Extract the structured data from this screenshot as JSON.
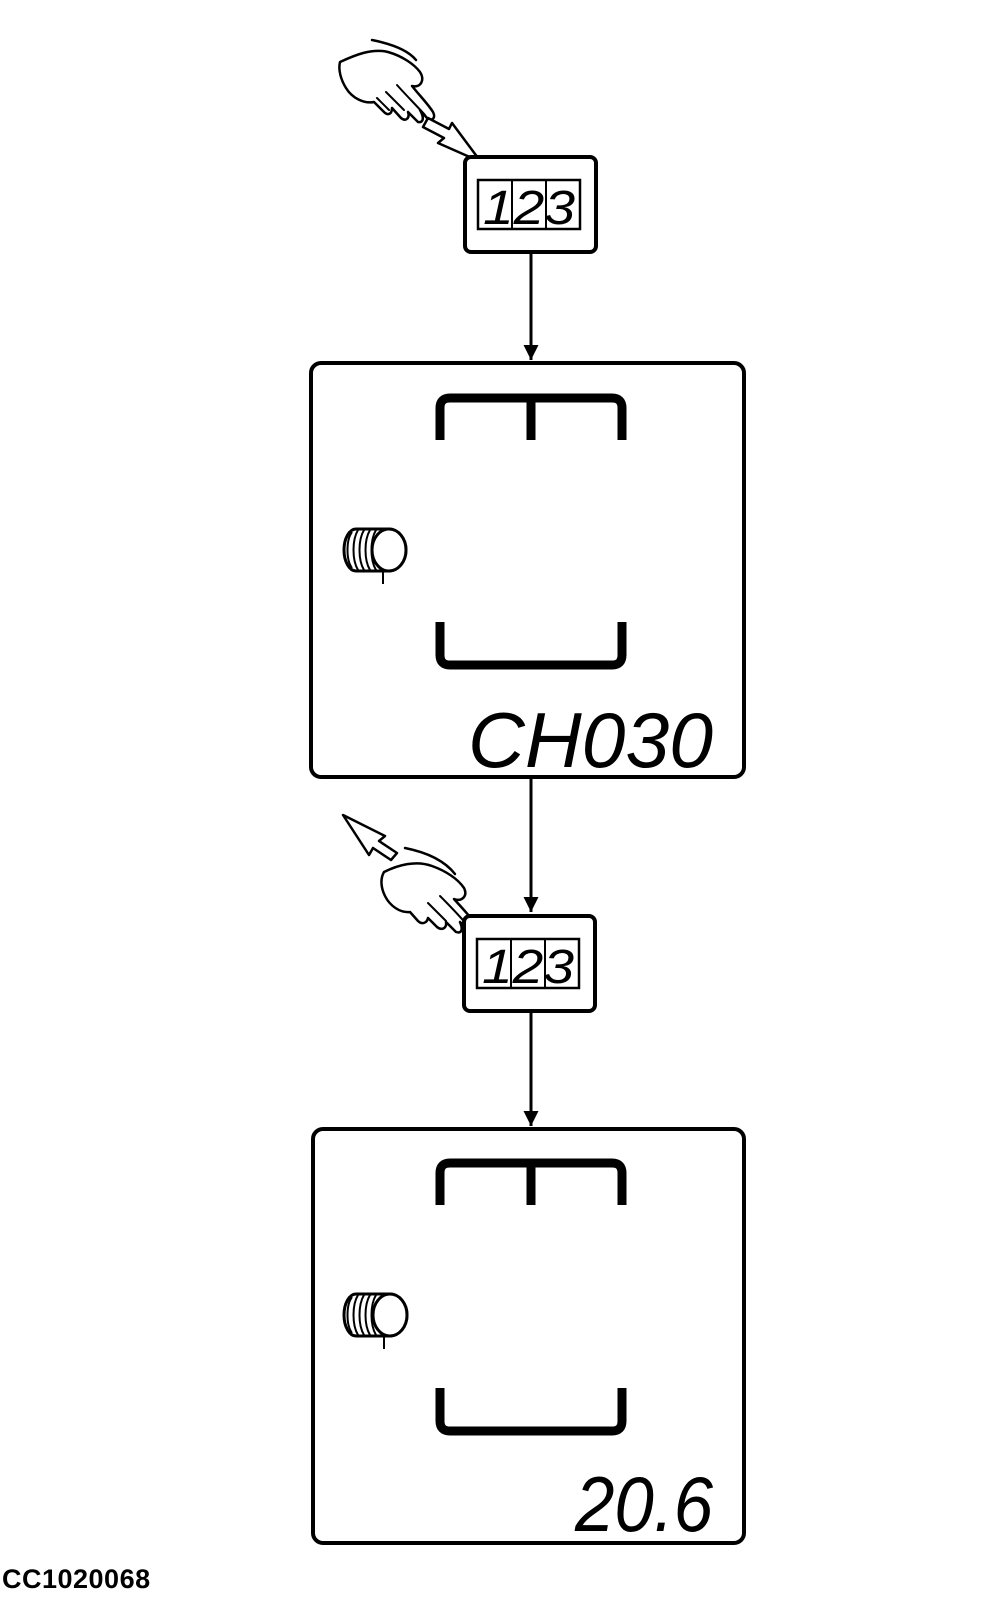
{
  "figure": {
    "reference_code": "CC1020068"
  },
  "steps": [
    {
      "button_label": "123",
      "button_action": "press",
      "display_readout": "CH030"
    },
    {
      "button_label": "123",
      "button_action": "release",
      "display_readout": "20.6"
    }
  ],
  "icons": {
    "press": "hand-pressing-icon",
    "release": "hand-releasing-icon",
    "cylinder": "cylinder-icon",
    "bracket": "display-bracket-icon"
  },
  "colors": {
    "ink": "#000000",
    "paper": "#ffffff"
  }
}
